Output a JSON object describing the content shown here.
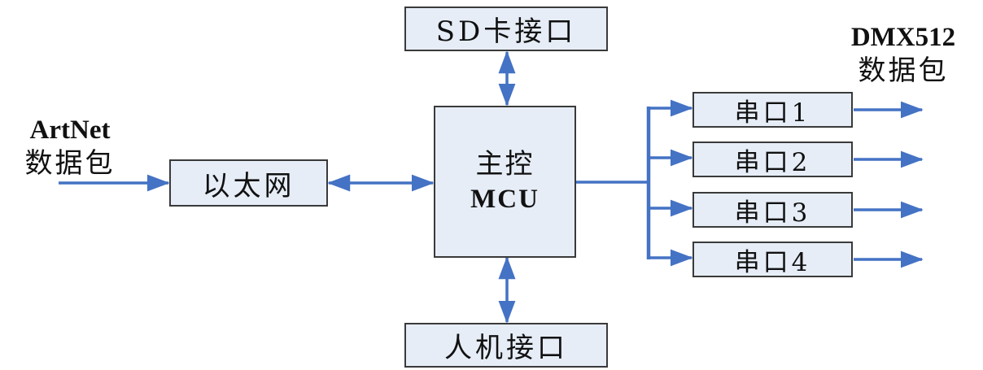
{
  "diagram": {
    "colors": {
      "arrow": "#4472c4",
      "box_fill": "#e6edf7",
      "box_border": "#3a3a3a"
    },
    "input_label": {
      "line1": "ArtNet",
      "line2": "数据包"
    },
    "output_label": {
      "line1": "DMX512",
      "line2": "数据包"
    },
    "nodes": {
      "ethernet": "以太网",
      "mcu_line1": "主控",
      "mcu_line2": "MCU",
      "sd_card": "SD卡接口",
      "hmi": "人机接口",
      "serial_ports": [
        "串口1",
        "串口2",
        "串口3",
        "串口4"
      ]
    },
    "edges": [
      {
        "from": "ArtNet数据包",
        "to": "以太网",
        "type": "one-way"
      },
      {
        "from": "以太网",
        "to": "主控MCU",
        "type": "two-way"
      },
      {
        "from": "SD卡接口",
        "to": "主控MCU",
        "type": "two-way"
      },
      {
        "from": "人机接口",
        "to": "主控MCU",
        "type": "two-way"
      },
      {
        "from": "主控MCU",
        "to": "串口1",
        "type": "one-way"
      },
      {
        "from": "主控MCU",
        "to": "串口2",
        "type": "one-way"
      },
      {
        "from": "主控MCU",
        "to": "串口3",
        "type": "one-way"
      },
      {
        "from": "主控MCU",
        "to": "串口4",
        "type": "one-way"
      },
      {
        "from": "串口1",
        "to": "DMX512数据包",
        "type": "one-way"
      },
      {
        "from": "串口2",
        "to": "DMX512数据包",
        "type": "one-way"
      },
      {
        "from": "串口3",
        "to": "DMX512数据包",
        "type": "one-way"
      },
      {
        "from": "串口4",
        "to": "DMX512数据包",
        "type": "one-way"
      }
    ]
  }
}
